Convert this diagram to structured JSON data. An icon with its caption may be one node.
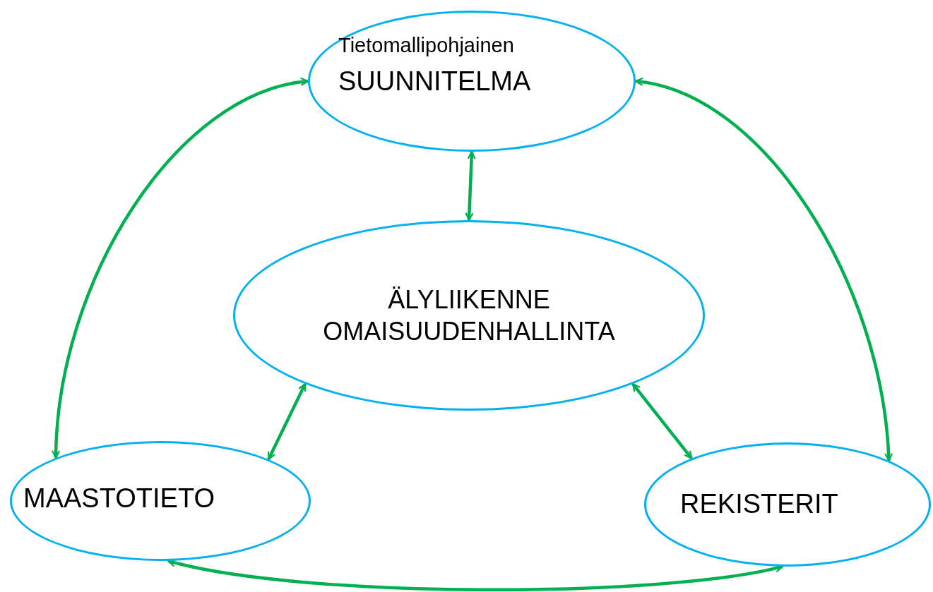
{
  "diagram": {
    "nodes": [
      {
        "text": [
          "Tietomallipohjainen",
          "SUUNNITELMA"
        ]
      },
      {
        "text": [
          "ÄLYLIIKENNE OMAISUUDENHALLINTA"
        ]
      },
      {
        "text": [
          "MAASTOTIETO"
        ]
      },
      {
        "text": [
          "REKISTERIT"
        ]
      }
    ],
    "edges": [
      {
        "from": 0,
        "to": 2,
        "arrow": "both"
      },
      {
        "from": 0,
        "to": 3,
        "arrow": "both"
      },
      {
        "from": 0,
        "to": 1,
        "arrow": "both"
      },
      {
        "from": 1,
        "to": 2,
        "arrow": "both"
      },
      {
        "from": 1,
        "to": 3,
        "arrow": "both"
      },
      {
        "from": 2,
        "to": 3,
        "arrow": "both"
      }
    ]
  }
}
